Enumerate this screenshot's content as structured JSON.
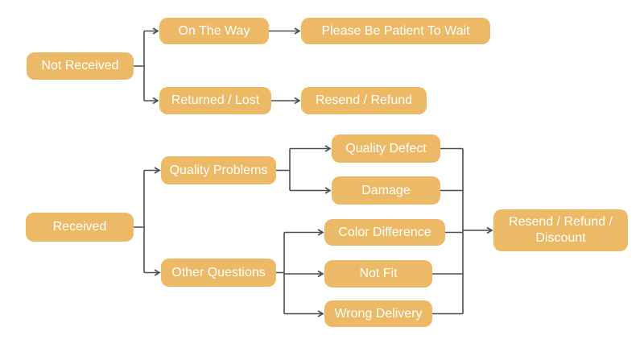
{
  "diagram": {
    "type": "flowchart",
    "colors": {
      "node_fill": "#ECB966",
      "node_text": "#FFFFFF",
      "line": "#4D4D4D",
      "background": "#FFFFFF"
    },
    "nodes": {
      "not_received": {
        "label": "Not Received"
      },
      "on_the_way": {
        "label": "On The Way"
      },
      "please_wait": {
        "label": "Please Be Patient To Wait"
      },
      "returned_lost": {
        "label": "Returned / Lost"
      },
      "resend_refund": {
        "label": "Resend / Refund"
      },
      "received": {
        "label": "Received"
      },
      "quality_problems": {
        "label": "Quality Problems"
      },
      "quality_defect": {
        "label": "Quality Defect"
      },
      "damage": {
        "label": "Damage"
      },
      "other_questions": {
        "label": "Other Questions"
      },
      "color_difference": {
        "label": "Color Difference"
      },
      "not_fit": {
        "label": "Not Fit"
      },
      "wrong_delivery": {
        "label": "Wrong Delivery"
      },
      "resend_refund_discount": {
        "label": "Resend / Refund / Discount"
      }
    },
    "edges": [
      {
        "from": "not_received",
        "to": "on_the_way"
      },
      {
        "from": "not_received",
        "to": "returned_lost"
      },
      {
        "from": "on_the_way",
        "to": "please_wait"
      },
      {
        "from": "returned_lost",
        "to": "resend_refund"
      },
      {
        "from": "received",
        "to": "quality_problems"
      },
      {
        "from": "received",
        "to": "other_questions"
      },
      {
        "from": "quality_problems",
        "to": "quality_defect"
      },
      {
        "from": "quality_problems",
        "to": "damage"
      },
      {
        "from": "other_questions",
        "to": "color_difference"
      },
      {
        "from": "other_questions",
        "to": "not_fit"
      },
      {
        "from": "other_questions",
        "to": "wrong_delivery"
      },
      {
        "from": "quality_defect",
        "to": "resend_refund_discount"
      },
      {
        "from": "damage",
        "to": "resend_refund_discount"
      },
      {
        "from": "color_difference",
        "to": "resend_refund_discount"
      },
      {
        "from": "not_fit",
        "to": "resend_refund_discount"
      },
      {
        "from": "wrong_delivery",
        "to": "resend_refund_discount"
      }
    ]
  }
}
